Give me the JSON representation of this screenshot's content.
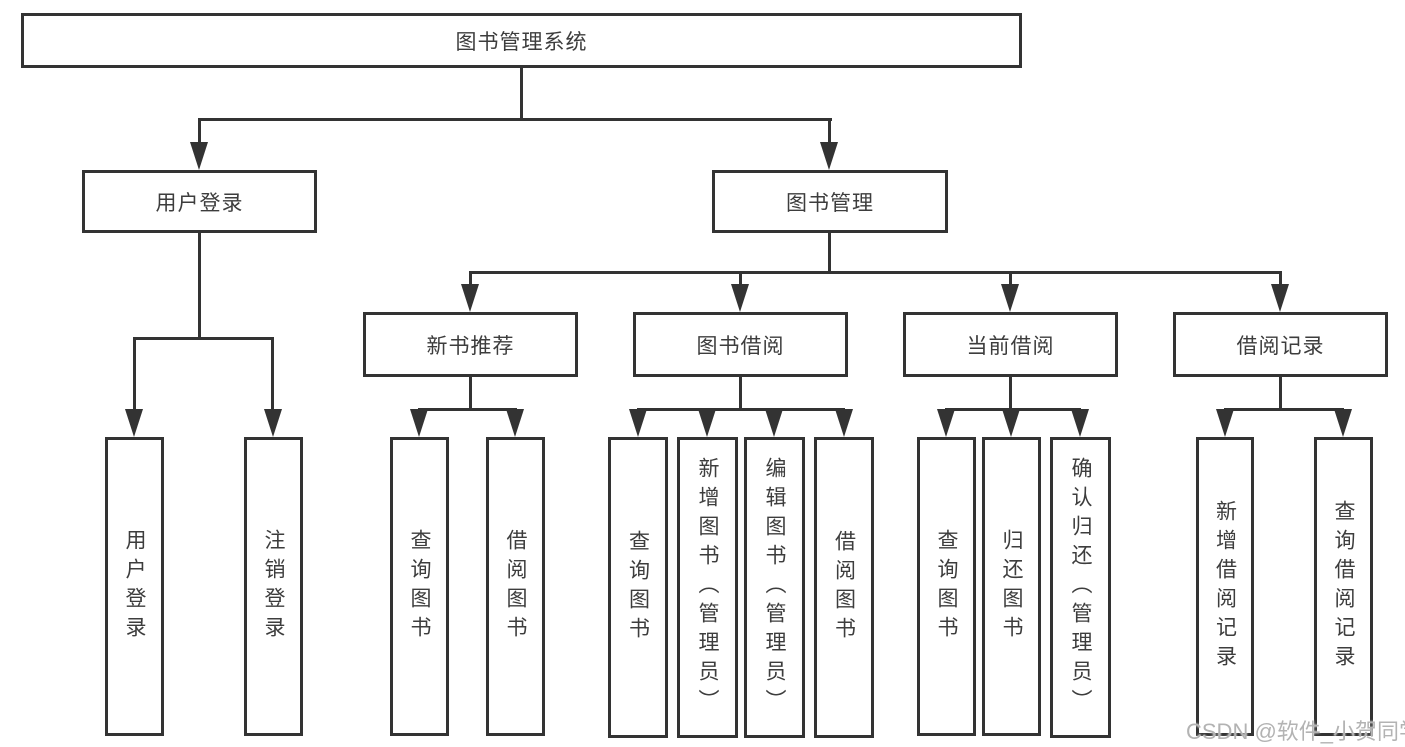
{
  "tree": {
    "label": "图书管理系统",
    "children": [
      {
        "label": "用户登录",
        "children": [
          {
            "label": "用户登录"
          },
          {
            "label": "注销登录"
          }
        ]
      },
      {
        "label": "图书管理",
        "children": [
          {
            "label": "新书推荐",
            "children": [
              {
                "label": "查询图书"
              },
              {
                "label": "借阅图书"
              }
            ]
          },
          {
            "label": "图书借阅",
            "children": [
              {
                "label": "查询图书"
              },
              {
                "label": "新增图书（管理员）"
              },
              {
                "label": "编辑图书（管理员）"
              },
              {
                "label": "借阅图书"
              }
            ]
          },
          {
            "label": "当前借阅",
            "children": [
              {
                "label": "查询图书"
              },
              {
                "label": "归还图书"
              },
              {
                "label": "确认归还（管理员）"
              }
            ]
          },
          {
            "label": "借阅记录",
            "children": [
              {
                "label": "新增借阅记录"
              },
              {
                "label": "查询借阅记录"
              }
            ]
          }
        ]
      }
    ]
  },
  "watermark": {
    "text": "CSDN @软件_小贺同学"
  },
  "colors": {
    "line": "#333333",
    "text": "#3d3d3d",
    "background": "#ffffff",
    "watermark": "#b3b3b3"
  }
}
